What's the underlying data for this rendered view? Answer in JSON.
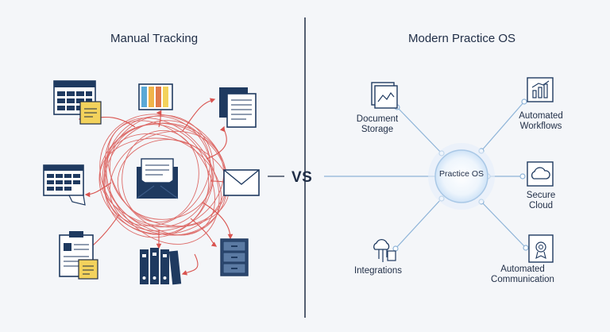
{
  "left_panel": {
    "title": "Manual Tracking"
  },
  "divider": {
    "vs_label": "VS"
  },
  "right_panel": {
    "title": "Modern Practice OS",
    "hub_label": "Practice OS",
    "nodes": {
      "document_storage": [
        "Document",
        "Storage"
      ],
      "automated_workflows": [
        "Automated",
        "Workflows"
      ],
      "secure_cloud": [
        "Secure",
        "Cloud"
      ],
      "integrations": [
        "Integrations"
      ],
      "automated_communication": [
        "Automated",
        "Communication"
      ]
    }
  },
  "colors": {
    "navy": "#1f3a60",
    "tangle_red": "#d9534f",
    "sticky_yellow": "#f3d25c",
    "connector_blue": "#8eb4d8",
    "hub_glow": "#cfe3f7"
  }
}
